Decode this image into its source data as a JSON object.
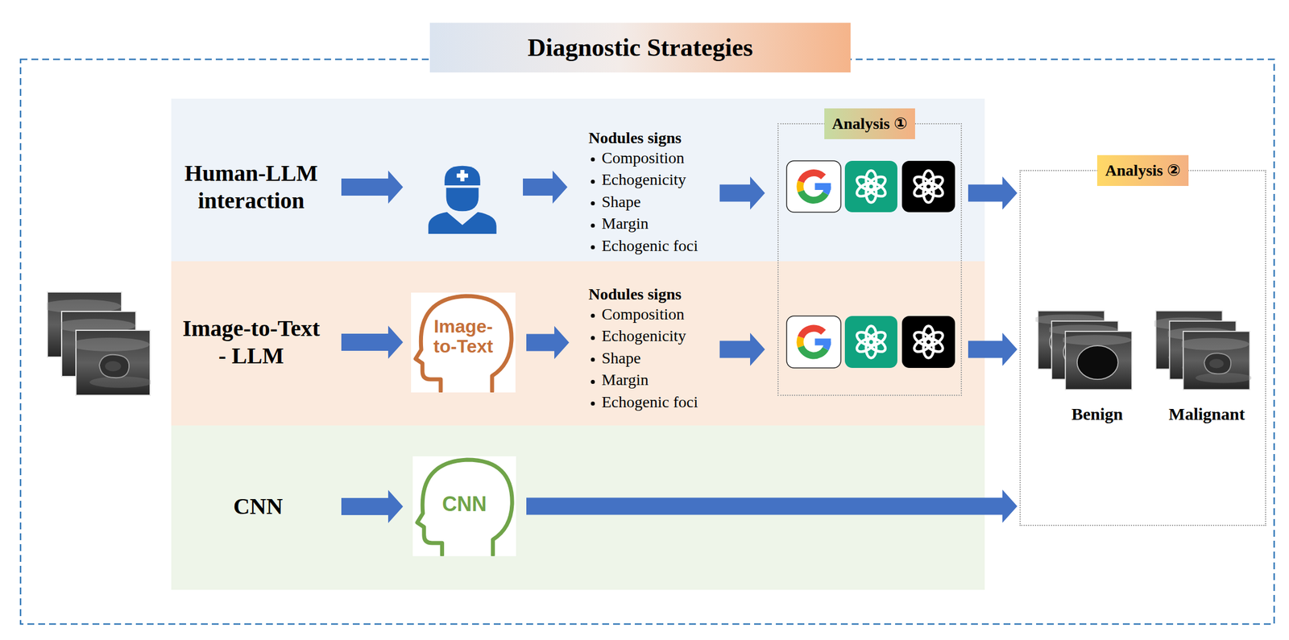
{
  "diagram": {
    "title": "Diagnostic Strategies",
    "nodes": [
      {
        "text": [
          "Human-LLM interaction"
        ]
      },
      {
        "text": [
          "Nodules signs",
          "Composition",
          "Echogenicity",
          "Shape",
          "Margin",
          "Echogenic foci"
        ],
        "in": 0
      },
      {
        "text": [
          "Image-to-Text - LLM"
        ]
      },
      {
        "text": [
          "Image-to-Text"
        ],
        "in": 2
      },
      {
        "text": [
          "Nodules signs",
          "Composition",
          "Echogenicity",
          "Shape",
          "Margin",
          "Echogenic foci"
        ],
        "in": 2
      },
      {
        "text": [
          "CNN"
        ]
      },
      {
        "text": [
          "CNN"
        ],
        "in": 5
      },
      {
        "text": [
          "Analysis ①"
        ]
      },
      {
        "text": [
          "Analysis ②"
        ]
      }
    ],
    "edges": [
      {
        "from": 3,
        "to": 4,
        "arrow": "to"
      },
      {
        "from": 1,
        "to": 7,
        "arrow": "to"
      },
      {
        "from": 4,
        "to": 7,
        "arrow": "to"
      },
      {
        "from": 7,
        "to": 8,
        "arrow": "to"
      },
      {
        "from": 7,
        "to": 8,
        "arrow": "to"
      },
      {
        "from": 6,
        "to": 8,
        "arrow": "to"
      }
    ],
    "labels": [
      "Benign",
      "Malignant"
    ]
  }
}
